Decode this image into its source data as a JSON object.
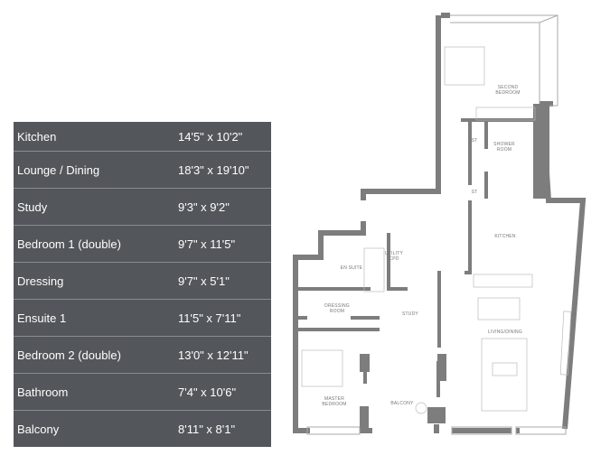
{
  "rooms_table": [
    {
      "name": "Kitchen",
      "dimensions": "14'5\" x 10'2\""
    },
    {
      "name": "Lounge / Dining",
      "dimensions": "18'3\" x 19'10\""
    },
    {
      "name": "Study",
      "dimensions": "9'3\" x 9'2\""
    },
    {
      "name": "Bedroom 1 (double)",
      "dimensions": "9'7\" x 11'5\""
    },
    {
      "name": "Dressing",
      "dimensions": "9'7\" x 5'1\""
    },
    {
      "name": "Ensuite 1",
      "dimensions": "11'5\" x 7'11\""
    },
    {
      "name": "Bedroom 2 (double)",
      "dimensions": "13'0\" x 12'11\""
    },
    {
      "name": "Bathroom",
      "dimensions": "7'4\" x 10'6\""
    },
    {
      "name": "Balcony",
      "dimensions": "8'11\" x 8'1\""
    }
  ],
  "plan_labels": {
    "second_bedroom_1": "SECOND",
    "second_bedroom_2": "BEDROOM",
    "shower_1": "SHOWER",
    "shower_2": "ROOM",
    "st_a": "ST",
    "st_b": "ST",
    "kitchen": "KITCHEN",
    "utility_1": "UTILITY",
    "utility_2": "CPD",
    "en_suite": "EN SUITE",
    "dressing_1": "DRESSING",
    "dressing_2": "ROOM",
    "study": "STUDY",
    "living": "LIVING/DINING",
    "master_1": "MASTER",
    "master_2": "BEDROOM",
    "balcony": "BALCONY"
  },
  "colors": {
    "table_bg": "#53565a",
    "wall": "#7d7d7d"
  }
}
